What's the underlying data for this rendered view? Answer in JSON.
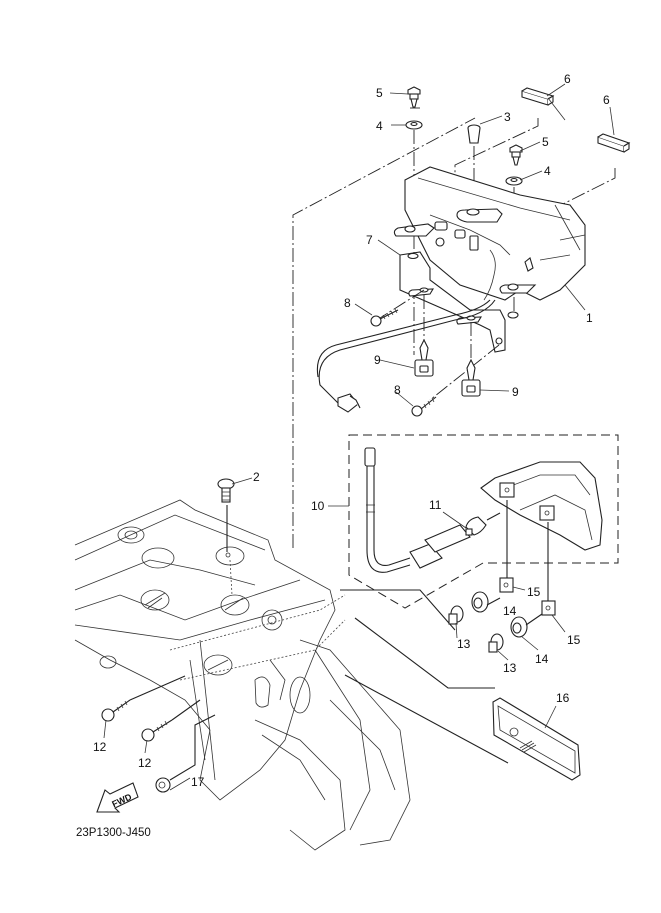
{
  "diagram": {
    "title": "Taillight assembly exploded parts diagram",
    "drawing_code": "23P1300-J450",
    "direction_indicator": "FWD",
    "callouts": [
      {
        "id": "c1",
        "number": "1",
        "part": "taillight-unit"
      },
      {
        "id": "c2",
        "number": "2",
        "part": "screw"
      },
      {
        "id": "c3",
        "number": "3",
        "part": "collar"
      },
      {
        "id": "c4a",
        "number": "4",
        "part": "washer"
      },
      {
        "id": "c4b",
        "number": "4",
        "part": "washer"
      },
      {
        "id": "c5a",
        "number": "5",
        "part": "bolt"
      },
      {
        "id": "c5b",
        "number": "5",
        "part": "bolt"
      },
      {
        "id": "c6a",
        "number": "6",
        "part": "damper"
      },
      {
        "id": "c6b",
        "number": "6",
        "part": "damper"
      },
      {
        "id": "c7",
        "number": "7",
        "part": "bracket"
      },
      {
        "id": "c8a",
        "number": "8",
        "part": "screw"
      },
      {
        "id": "c8b",
        "number": "8",
        "part": "screw"
      },
      {
        "id": "c9a",
        "number": "9",
        "part": "clip"
      },
      {
        "id": "c9b",
        "number": "9",
        "part": "clip"
      },
      {
        "id": "c10",
        "number": "10",
        "part": "license-light-assembly"
      },
      {
        "id": "c11",
        "number": "11",
        "part": "bulb"
      },
      {
        "id": "c12a",
        "number": "12",
        "part": "bolt"
      },
      {
        "id": "c12b",
        "number": "12",
        "part": "bolt"
      },
      {
        "id": "c13a",
        "number": "13",
        "part": "collar"
      },
      {
        "id": "c13b",
        "number": "13",
        "part": "collar"
      },
      {
        "id": "c14a",
        "number": "14",
        "part": "grommet"
      },
      {
        "id": "c14b",
        "number": "14",
        "part": "grommet"
      },
      {
        "id": "c15a",
        "number": "15",
        "part": "nut"
      },
      {
        "id": "c15b",
        "number": "15",
        "part": "nut"
      },
      {
        "id": "c16",
        "number": "16",
        "part": "reflector"
      },
      {
        "id": "c17",
        "number": "17",
        "part": "nut"
      }
    ]
  }
}
